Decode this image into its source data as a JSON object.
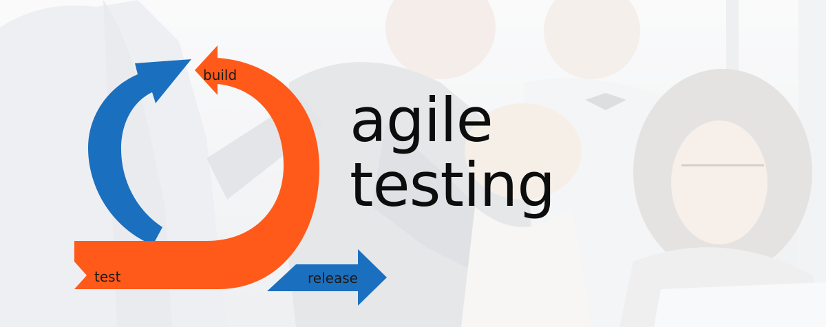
{
  "headline": {
    "line1": "agile",
    "line2": "testing"
  },
  "cycle": {
    "labels": {
      "build": "build",
      "test": "test",
      "release": "release"
    },
    "colors": {
      "blue": "#1b6fbf",
      "orange": "#ff5a1a"
    }
  },
  "background": {
    "description_icon": "team-office-photo"
  }
}
